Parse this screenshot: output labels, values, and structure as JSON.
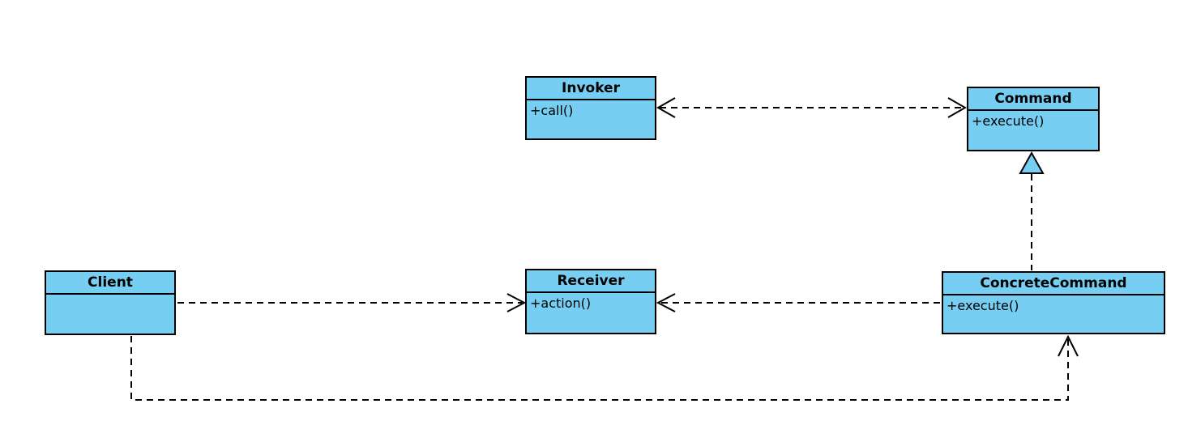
{
  "diagram": {
    "kind": "uml-class-diagram",
    "pattern_name": "Command",
    "colors": {
      "node_fill": "#76CFF2",
      "node_border": "#000000",
      "background": "#FFFFFF"
    },
    "nodes": {
      "invoker": {
        "title": "Invoker",
        "members": [
          "+call()"
        ]
      },
      "command": {
        "title": "Command",
        "members": [
          "+execute()"
        ]
      },
      "client": {
        "title": "Client",
        "members": []
      },
      "receiver": {
        "title": "Receiver",
        "members": [
          "+action()"
        ]
      },
      "concrete_command": {
        "title": "ConcreteCommand",
        "members": [
          "+execute()"
        ]
      }
    },
    "edges": [
      {
        "from": "Invoker",
        "to": "Command",
        "line": "dashed",
        "arrows": "open-both-ends",
        "relation": "association"
      },
      {
        "from": "ConcreteCommand",
        "to": "Command",
        "line": "dashed",
        "arrows": "hollow-triangle-at-command",
        "relation": "realization"
      },
      {
        "from": "Client",
        "to": "Receiver",
        "line": "dashed",
        "arrows": "open-at-receiver",
        "relation": "dependency"
      },
      {
        "from": "ConcreteCommand",
        "to": "Receiver",
        "line": "dashed",
        "arrows": "open-at-receiver",
        "relation": "dependency"
      },
      {
        "from": "Client",
        "to": "ConcreteCommand",
        "line": "dashed",
        "arrows": "open-at-concrete-command",
        "relation": "dependency",
        "route": "down-right-up-elbow"
      }
    ]
  }
}
